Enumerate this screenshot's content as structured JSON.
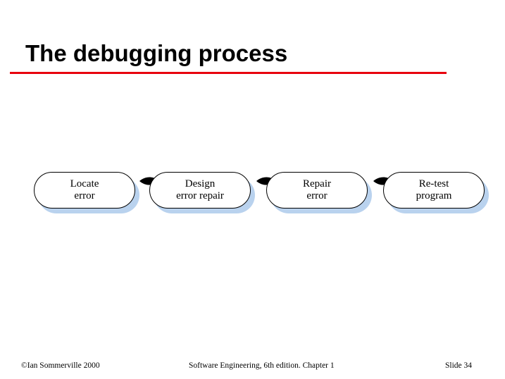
{
  "slide": {
    "title": "The debugging process",
    "accent_color": "#e8000d"
  },
  "diagram": {
    "type": "flow",
    "node_fill": "#ffffff",
    "node_shadow": "#b9d2ee",
    "nodes": [
      {
        "line1": "Locate",
        "line2": "error"
      },
      {
        "line1": "Design",
        "line2": "error repair"
      },
      {
        "line1": "Repair",
        "line2": "error"
      },
      {
        "line1": "Re-test",
        "line2": "program"
      }
    ],
    "arrow_count": 3
  },
  "footer": {
    "left": "©Ian Sommerville 2000",
    "center": "Software Engineering, 6th edition. Chapter 1",
    "right": "Slide  34"
  }
}
